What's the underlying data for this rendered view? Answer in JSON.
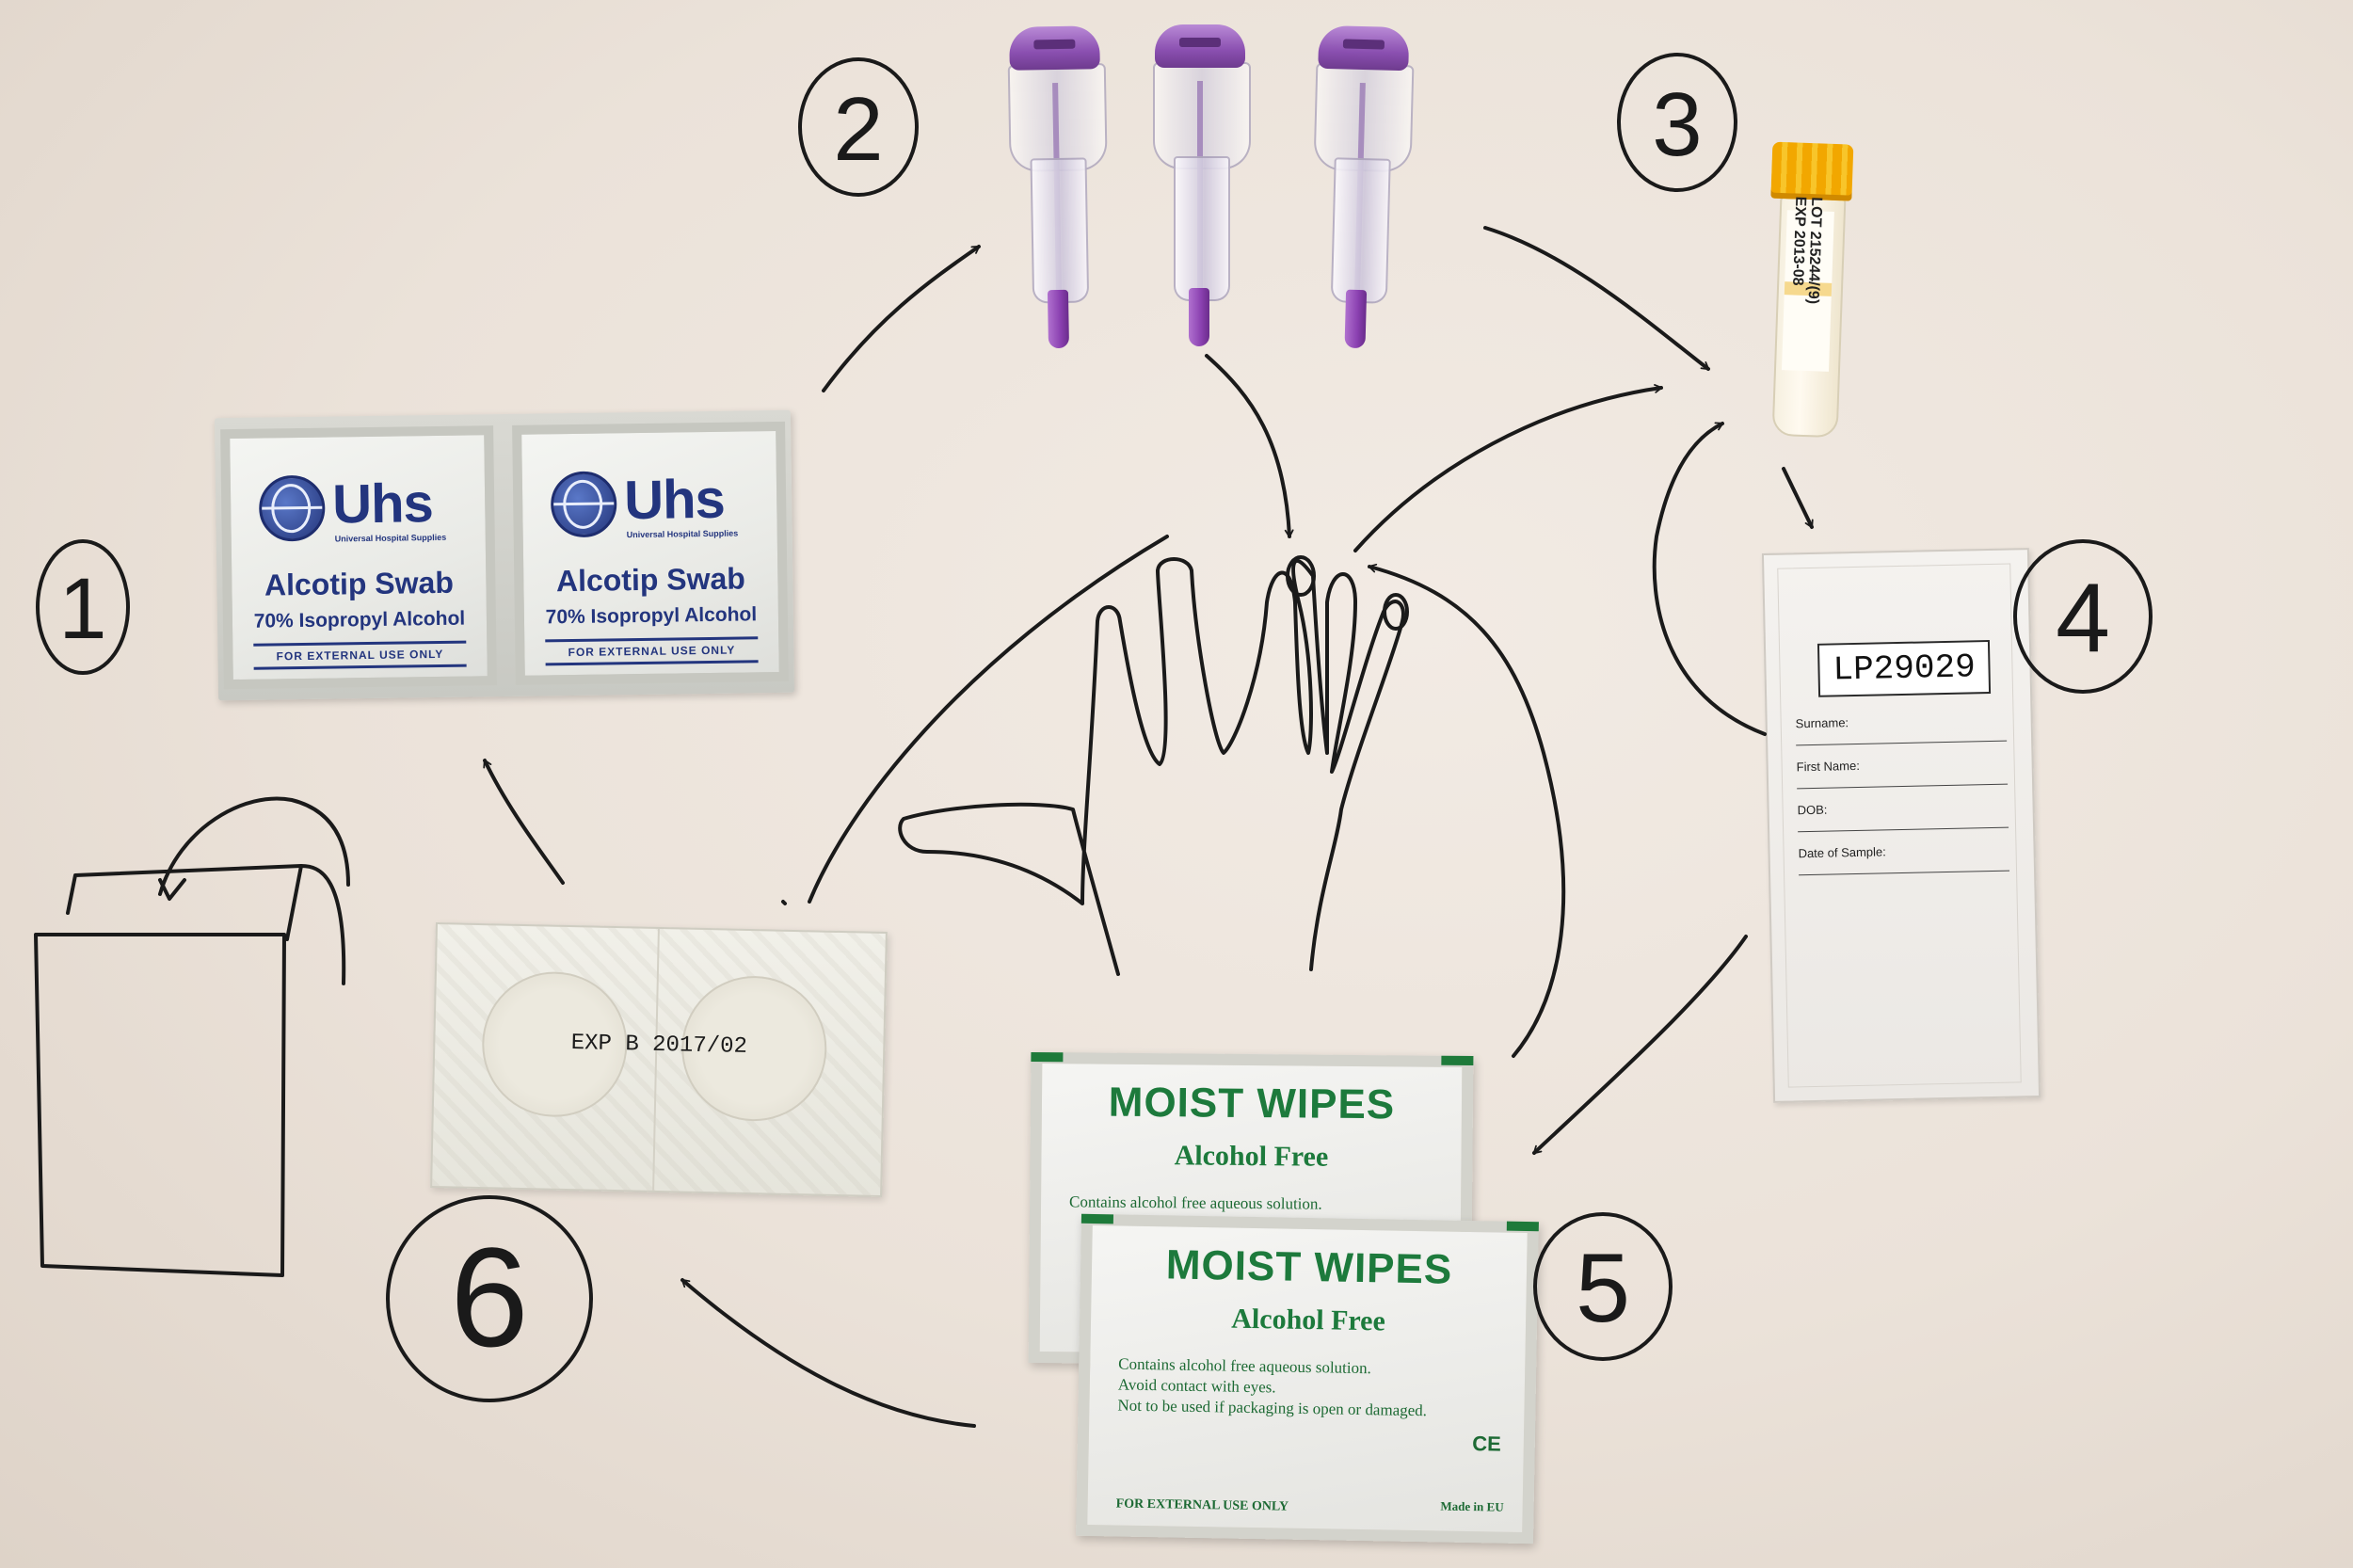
{
  "swabs": {
    "brand": "Uhs",
    "brand_sub": "Universal Hospital Supplies",
    "title": "Alcotip Swab",
    "subtitle": "70% Isopropyl Alcohol",
    "external": "FOR EXTERNAL USE ONLY"
  },
  "tube": {
    "lot": "LOT 215244/(9)",
    "exp": "EXP 2013-08"
  },
  "sample_label": {
    "code": "LP29029",
    "fields": [
      "Surname:",
      "First Name:",
      "DOB:",
      "Date of Sample:"
    ]
  },
  "plaster": {
    "exp": "EXP B 2017/02"
  },
  "wipes": {
    "title": "MOIST WIPES",
    "subtitle": "Alcohol Free",
    "line1": "Contains alcohol free aqueous solution.",
    "line2": "Avoid contact with eyes.",
    "line3": "Not to be used if packaging is open or damaged.",
    "ce": "CE",
    "foot_left": "FOR EXTERNAL USE ONLY",
    "foot_right": "Made in EU"
  },
  "step_numbers": [
    "1",
    "2",
    "3",
    "4",
    "5",
    "6"
  ],
  "colors": {
    "paper": "#ebe2d9",
    "ink": "#1a1a1a",
    "swab_blue": "#23357e",
    "lancet_purple": "#8a40b0",
    "tube_cap_yellow": "#f2a700",
    "wipes_green": "#1d7a3c"
  }
}
